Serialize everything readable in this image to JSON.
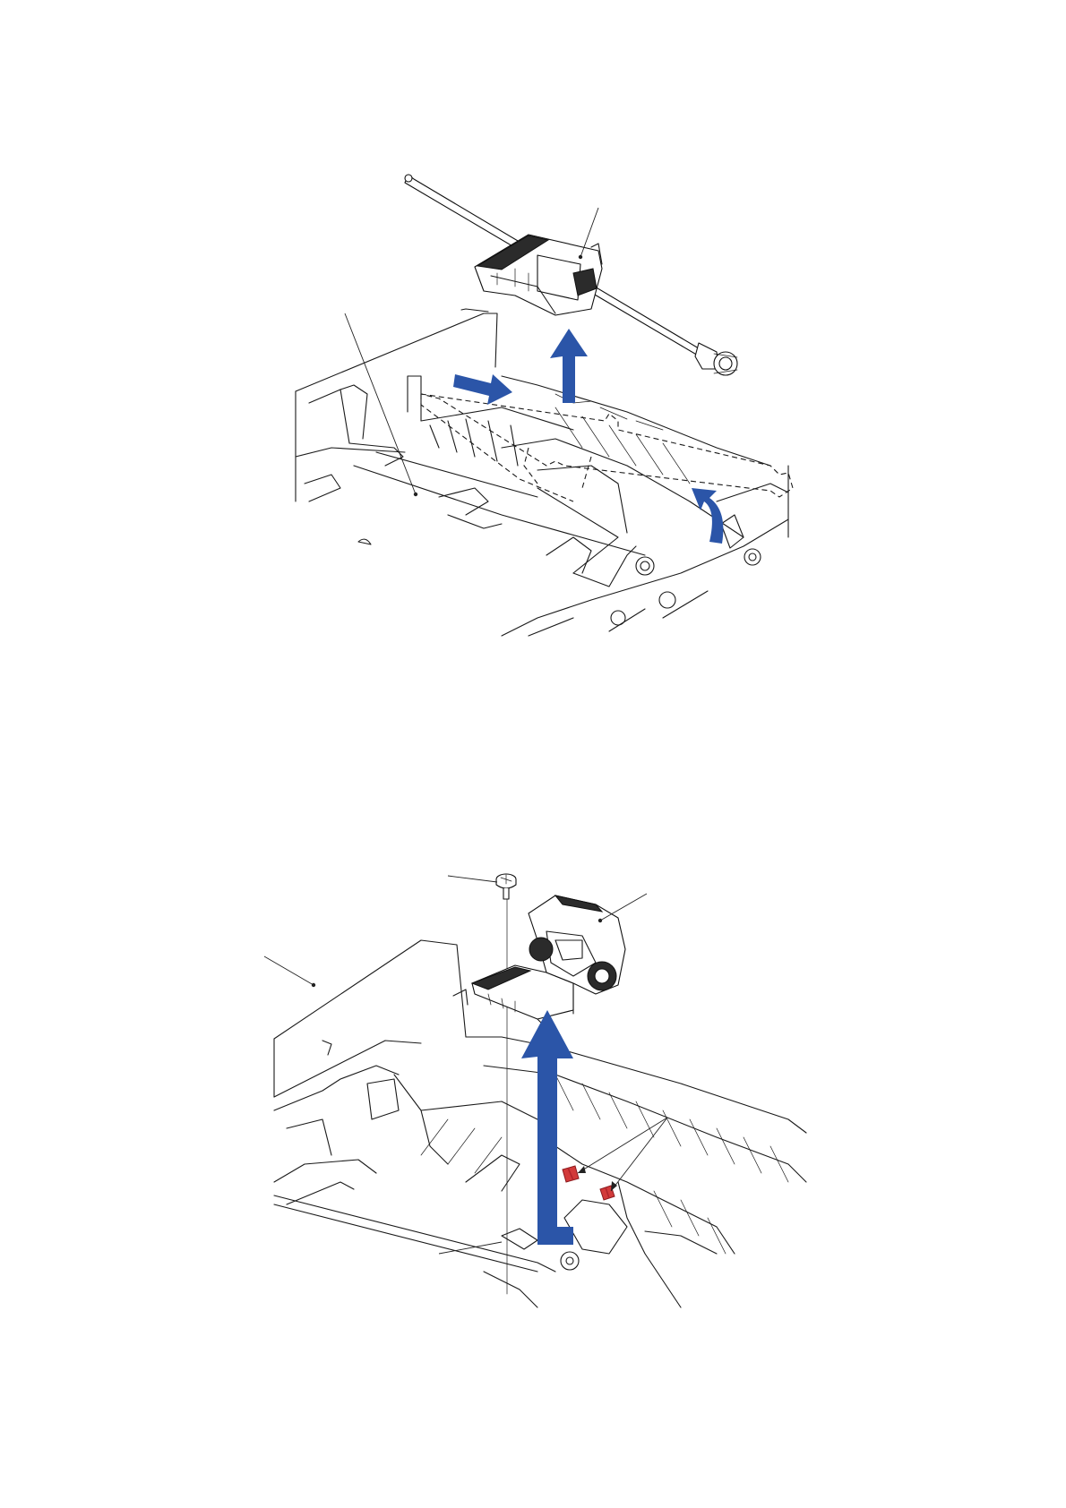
{
  "colors": {
    "line": "#1a1a1a",
    "arrow": "#2b55a8",
    "hook": "#d23a3a",
    "background": "#ffffff"
  },
  "figures": [
    {
      "id": "roller-holder-removal",
      "parts": [
        "shaft-with-roller-holder",
        "tray-cover",
        "end-gear"
      ],
      "arrows": [
        "slide-right",
        "lift-up",
        "rotate-up"
      ]
    },
    {
      "id": "holder-unscrew-and-lift",
      "parts": [
        "screw",
        "roller-holder",
        "tray-cover",
        "hooks"
      ],
      "arrows": [
        "lift-up"
      ],
      "hooks_count": 2
    }
  ]
}
